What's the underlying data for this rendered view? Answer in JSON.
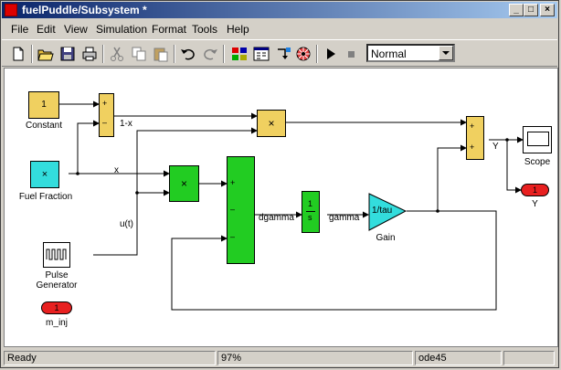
{
  "window": {
    "title": "fuelPuddle/Subsystem *",
    "controls": {
      "minimize": "_",
      "maximize": "□",
      "close": "×"
    }
  },
  "menu": {
    "items": [
      "File",
      "Edit",
      "View",
      "Simulation",
      "Format",
      "Tools",
      "Help"
    ]
  },
  "toolbar": {
    "icons": [
      "new-icon",
      "open-icon",
      "save-icon",
      "print-icon",
      "cut-icon",
      "copy-icon",
      "paste-icon",
      "undo-icon",
      "redo-icon",
      "library-icon",
      "model-explorer-icon",
      "go-to-parent-icon",
      "debugger-icon",
      "start-simulation-icon",
      "stop-simulation-icon"
    ],
    "sim_mode": "Normal"
  },
  "blocks": {
    "constant": {
      "value": "1",
      "label": "Constant"
    },
    "fuel_fraction": {
      "symbol": "×",
      "label": "Fuel Fraction"
    },
    "pulse_generator": {
      "label1": "Pulse",
      "label2": "Generator"
    },
    "m_inj": {
      "port": "1",
      "label": "m_inj"
    },
    "sum1": {
      "in1": "+",
      "in2": "–"
    },
    "product1": {
      "symbol": "×"
    },
    "product2": {
      "symbol": "×"
    },
    "sum_big": {
      "in1": "+",
      "in2": "–",
      "in3": "–"
    },
    "integrator": {
      "num": "1",
      "den": "s"
    },
    "gain": {
      "text": "1/tau",
      "label": "Gain"
    },
    "sum_out": {
      "in1": "+",
      "in2": "+"
    },
    "scope": {
      "label": "Scope"
    },
    "out_y": {
      "port": "1",
      "label": "Y"
    }
  },
  "signals": {
    "one_minus_x": "1-x",
    "x": "x",
    "ut": "u(t)",
    "dgamma": "dgamma",
    "gamma": "gamma",
    "y": "Y"
  },
  "status": {
    "state": "Ready",
    "zoom": "97%",
    "solver": "ode45"
  },
  "colors": {
    "yellow": "#f0d060",
    "green": "#22cc22",
    "cyan": "#33dddd",
    "red": "#e82020",
    "title_start": "#0a246a"
  }
}
